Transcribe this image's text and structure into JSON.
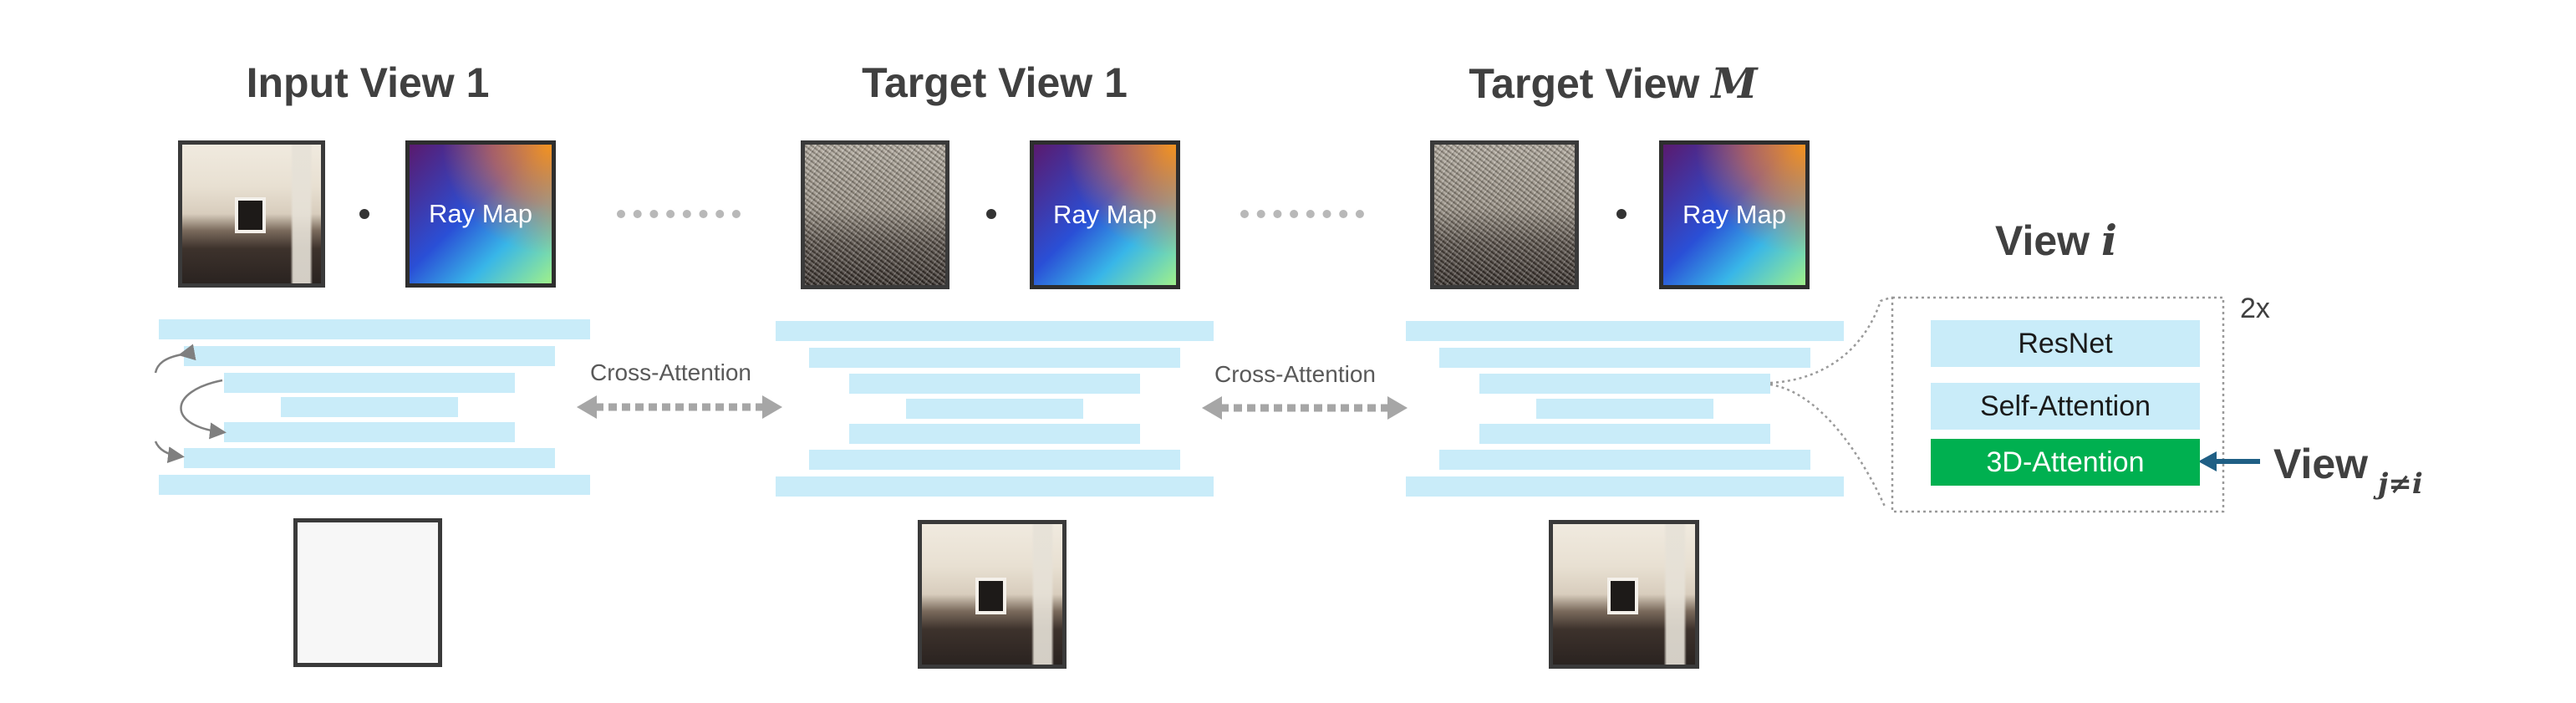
{
  "titles": {
    "input_view": "Input View 1",
    "target_view_1_text": "Target View",
    "target_view_1_num": "1",
    "target_view_m_text": "Target View",
    "target_view_m_sym": "M",
    "view_i_text": "View",
    "view_i_sym": "i",
    "view_j_text": "View",
    "view_j_sub": "j≠i"
  },
  "ray_map_label": "Ray Map",
  "cross_attention_label": "Cross-Attention",
  "repeat_label": "2x",
  "blocks": {
    "resnet": "ResNet",
    "self_attention": "Self-Attention",
    "attention_3d": "3D-Attention"
  },
  "colors": {
    "unet_bar": "#c9ecf9",
    "attention_3d": "#00b050",
    "arrow_blue": "#1f5f85",
    "cross_arrow": "#a6a6a6"
  }
}
